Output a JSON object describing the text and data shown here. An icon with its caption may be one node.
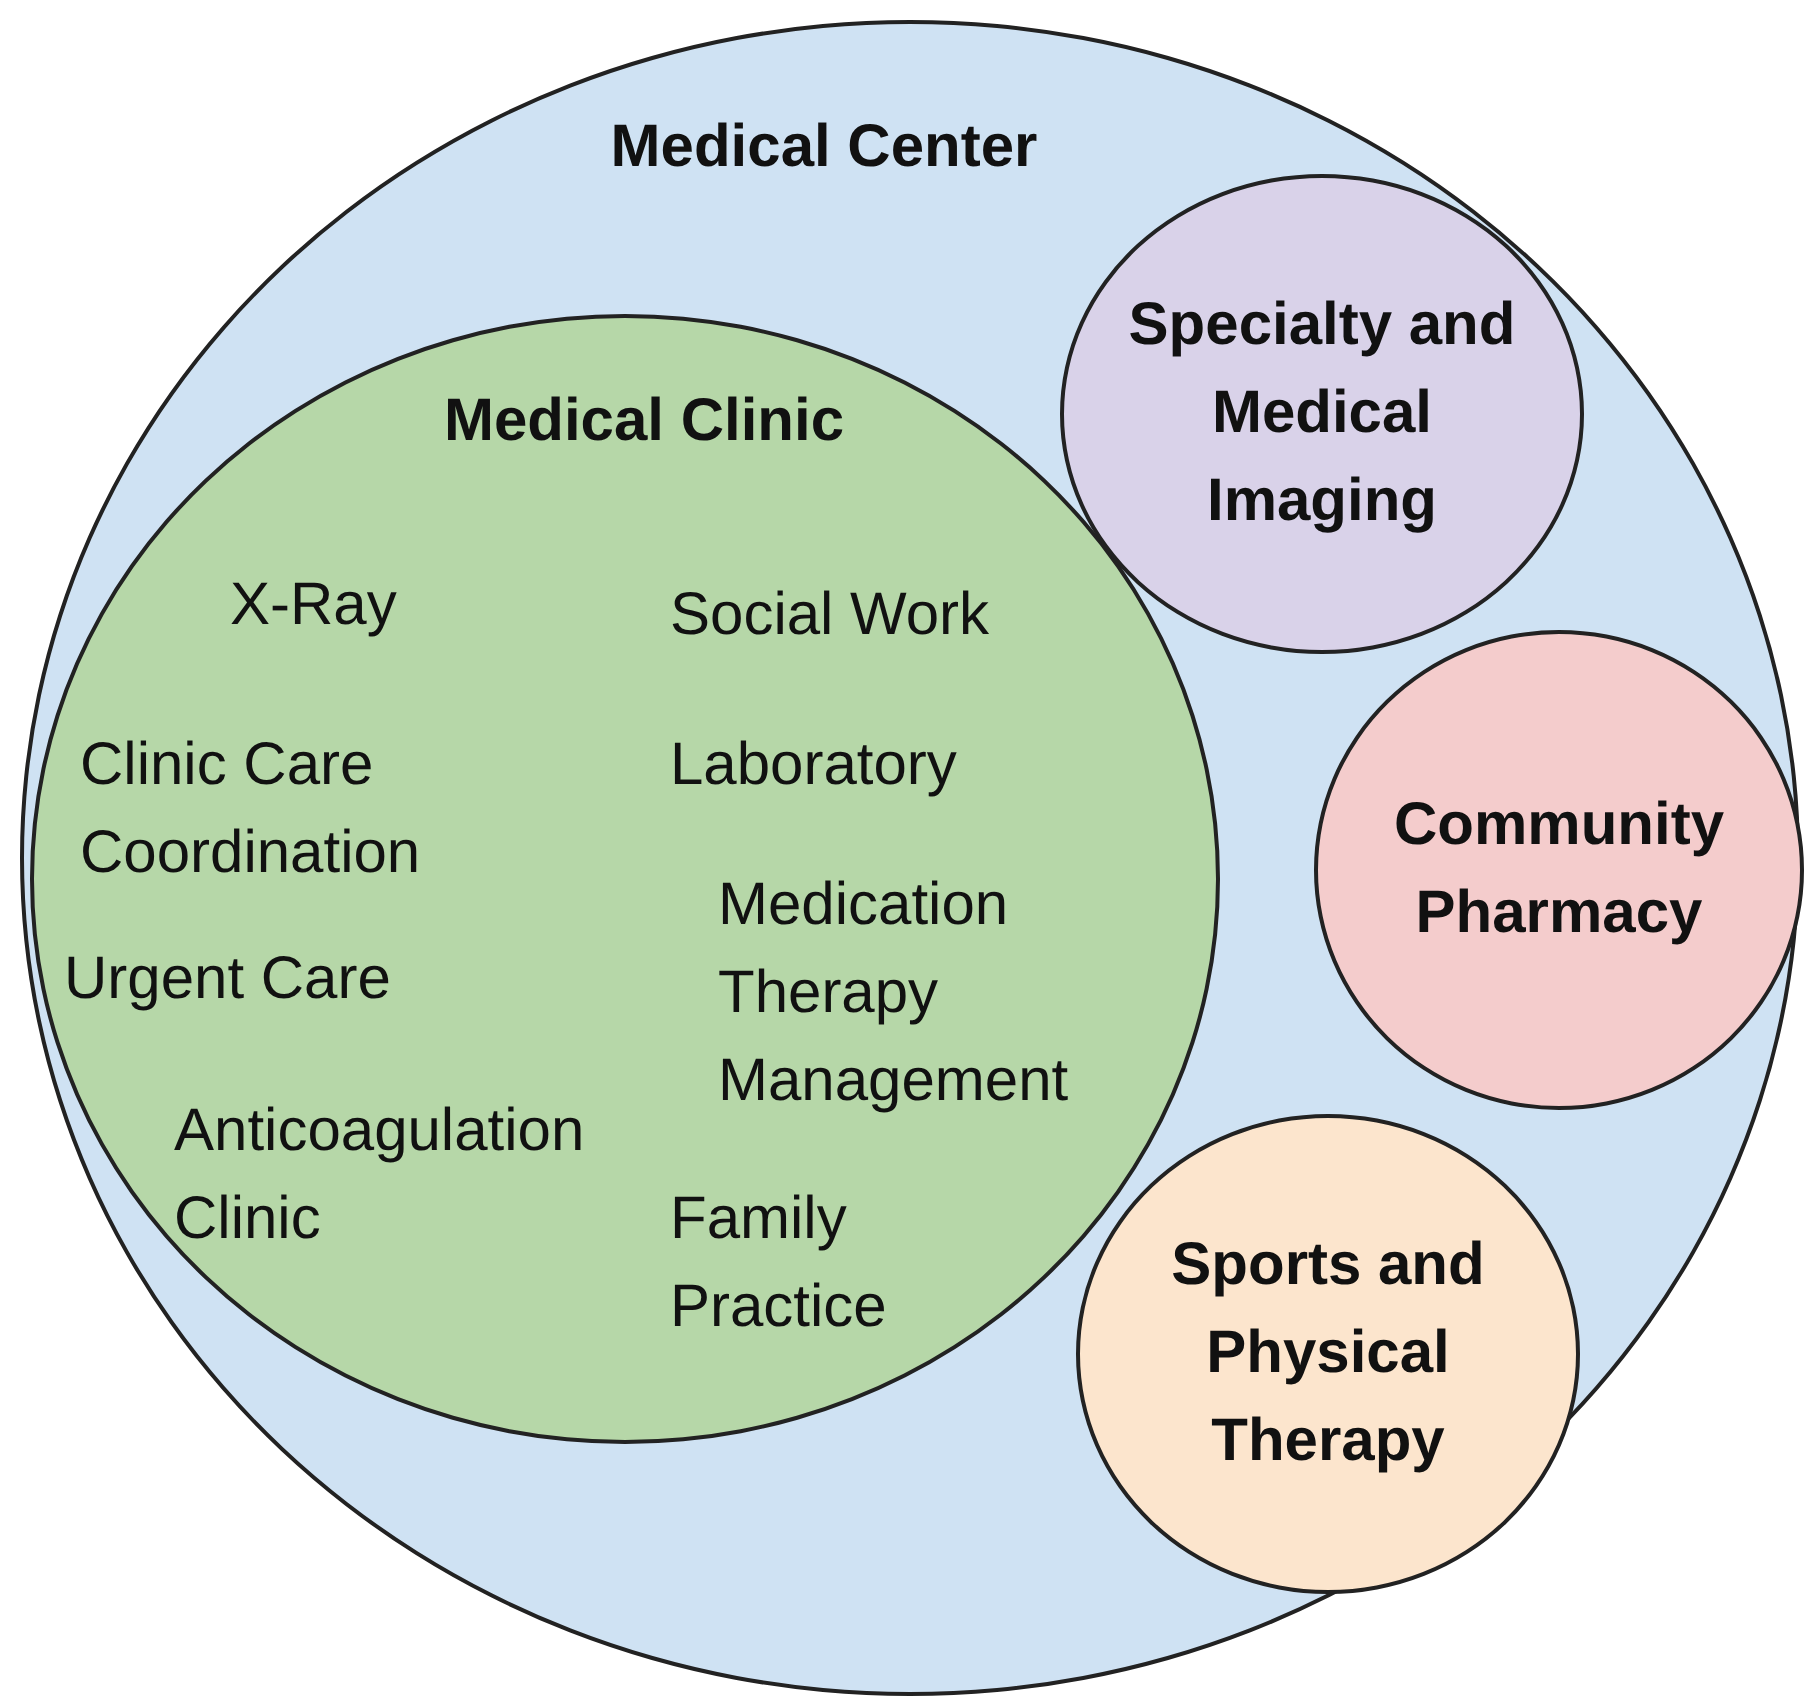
{
  "diagram": {
    "nodes": [
      {
        "text": [
          "Medical Center"
        ]
      },
      {
        "text": [
          "Medical Clinic",
          "X-Ray",
          "Social Work",
          "Clinic Care Coordination",
          "Laboratory",
          "Medication Therapy Management",
          "Urgent Care",
          "Anticoagulation Clinic",
          "Family Practice"
        ],
        "in": 0
      },
      {
        "text": [
          "Specialty and Medical Imaging"
        ],
        "in": 0
      },
      {
        "text": [
          "Community Pharmacy"
        ],
        "in": 0
      },
      {
        "text": [
          "Sports and Physical Therapy"
        ],
        "in": 0
      }
    ],
    "edges": []
  }
}
